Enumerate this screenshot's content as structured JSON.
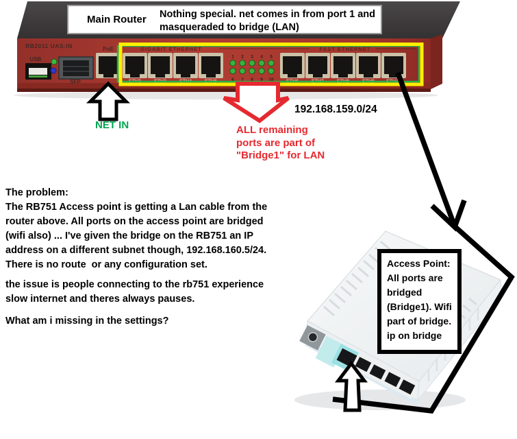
{
  "callout": {
    "title": "Main Router",
    "body": "Nothing special. net comes in from port 1 and\nmasqueraded to bridge (LAN)"
  },
  "router": {
    "model": "RB2011 UAS-IN",
    "labels": {
      "usb": "USB",
      "sfp": "SFP",
      "poe": "PoE",
      "gigabit": "GIGABIT ETHERNET",
      "fast": "FAST ETHERNET"
    },
    "gigabit_ports": [
      "ETH2",
      "ETH3",
      "ETH4",
      "ETH5"
    ],
    "fast_ports": [
      "ETH6",
      "ETH7",
      "ETH8",
      "ETH9",
      "ETH10"
    ],
    "led_numbers_top": [
      "1",
      "2",
      "3",
      "4",
      "5"
    ],
    "led_numbers_bottom": [
      "6",
      "7",
      "8",
      "9",
      "10"
    ]
  },
  "annotations": {
    "net_in": "NET IN",
    "lan_subnet": "192.168.159.0/24",
    "bridge_note": "ALL remaining\nports are part of\n\"Bridge1\" for LAN",
    "problem_text": "The problem:\nThe RB751 Access point is getting a Lan cable from the\nrouter above. All ports on the access point are bridged\n(wifi also) ... I've given the bridge on the RB751 an IP\naddress on a different subnet though, 192.168.160.5/24.\nThere is no route  or any configuration set.",
    "issue_text": "the issue is people connecting to the rb751 experience\nslow internet and theres always pauses.",
    "question_text": "What am i missing in the settings?",
    "ap_note": "Access Point:\nAll ports are\nbridged\n(Bridge1). Wifi\npart of bridge.\nip on bridge"
  },
  "colors": {
    "highlight_yellow": "#ffee00",
    "highlight_green": "#25b14a",
    "net_in_green": "#00a550",
    "annotation_red": "#e42a30",
    "router_red": "#a63a31",
    "arrow_black": "#000000"
  }
}
